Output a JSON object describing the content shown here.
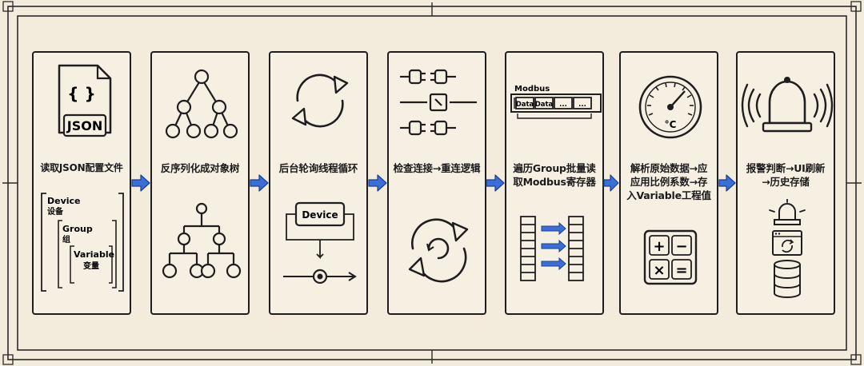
{
  "steps": [
    {
      "title": "读取JSON配置文件",
      "icon_text": "JSON",
      "icon_braces": "{ }",
      "nest": {
        "outer": "Device",
        "outer_sub": "设备",
        "mid": "Group",
        "mid_sub": "组",
        "inner": "Variable",
        "inner_sub": "变量"
      }
    },
    {
      "title": "反序列化成对象树"
    },
    {
      "title": "后台轮询线程循环",
      "device_label": "Device"
    },
    {
      "title": "检查连接→重连逻辑"
    },
    {
      "title": "遍历Group批量读\n取Modbus寄存器",
      "modbus_label": "Modbus",
      "cells": [
        "Data",
        "Data",
        "...",
        "..."
      ]
    },
    {
      "title": "解析原始数据→应\n应用比例系数→存\n入Variable工程值",
      "gauge_unit": "°C",
      "calc_symbols": [
        "+",
        "−",
        "×",
        "="
      ]
    },
    {
      "title": "报警判断→UI刷新\n→历史存储"
    }
  ],
  "colors": {
    "ink": "#1e1e1e",
    "paper": "#f3ecdc",
    "arrow": "#3a6fd8",
    "arrow_stroke": "#1f3f8f"
  }
}
